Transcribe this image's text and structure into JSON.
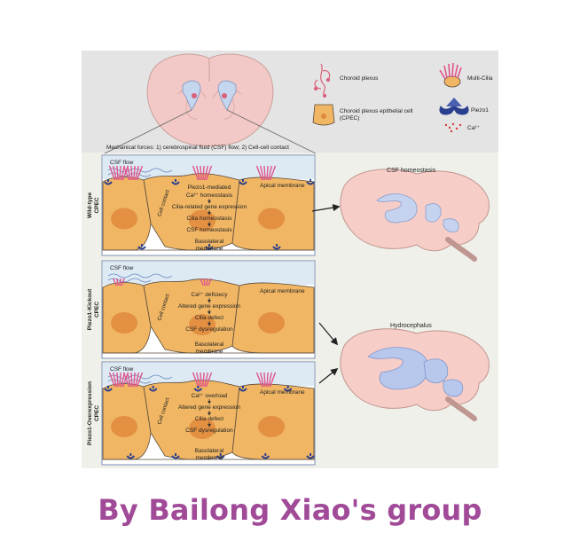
{
  "legend": {
    "choroid_plexus": "Choroid plexus",
    "cpec_line1": "Choroid plexus epithelial cell",
    "cpec_line2": "(CPEC)",
    "multi_cilia": "Multi-Cilia",
    "piezo1": "Piezo1",
    "ca": "Ca²⁺"
  },
  "mechanical_forces": "Mechanical forces: 1) cerebrospinal fluid (CSF) flow; 2) Cell-cell contact",
  "panels": [
    {
      "side_label": "Wild-type\nCPEC",
      "csf_flow": "CSF flow",
      "apical": "Apical membrane",
      "cell_contact": "Cell contact",
      "basolateral_1": "Basolateral",
      "basolateral_2": "membrane",
      "steps": [
        "Piezo1-mediated",
        "Ca²⁺ homeostasis",
        "Cilia-related gene expression",
        "Cilia homeostasis",
        "CSF homeostasis"
      ]
    },
    {
      "side_label": "Piezo1-Kickout\nCPEC",
      "csf_flow": "CSF flow",
      "apical": "Apical membrane",
      "cell_contact": "Cell contact",
      "basolateral_1": "Basolateral",
      "basolateral_2": "membrane",
      "steps": [
        "Ca²⁺ deficiecy",
        "Altered gene expression",
        "Cilia defect",
        "CSF dysregulation"
      ]
    },
    {
      "side_label": "Piezo1-Overexpression\nCPEC",
      "csf_flow": "CSF flow",
      "apical": "Apical membrane",
      "cell_contact": "Cell contact",
      "basolateral_1": "Basolateral",
      "basolateral_2": "membrane",
      "steps": [
        "Ca²⁺ overload",
        "Altered gene expression",
        "Cilia defect",
        "CSF dysregulation"
      ]
    }
  ],
  "outcomes": {
    "top": "CSF homeostasis",
    "bottom": "Hydrocephalus"
  },
  "credit": "By Bailong Xiao's group",
  "colors": {
    "cell_fill": "#f0b664",
    "cell_stroke": "#5a4a3a",
    "nucleus": "#e08a3c",
    "csf_fill": "#dde9f3",
    "brain_fill": "#f7cdc8",
    "ventricle": "#b9c9ea",
    "credit": "#a04a98",
    "piezo": "#2b3f8f",
    "cilia": "#e0558a"
  }
}
